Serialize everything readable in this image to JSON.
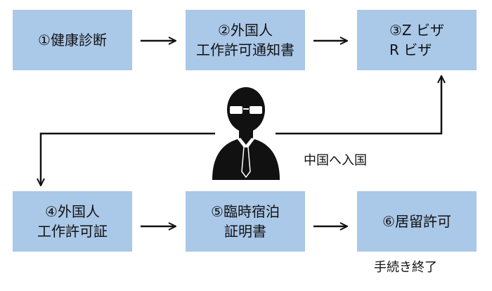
{
  "steps": [
    {
      "id": "b1",
      "label": "①健康診断"
    },
    {
      "id": "b2",
      "label": "②外国人\n工作許可通知書"
    },
    {
      "id": "b3",
      "label": "③Z ビザ\n R ビザ"
    },
    {
      "id": "b4",
      "label": "④外国人\n工作許可証"
    },
    {
      "id": "b5",
      "label": "⑤臨時宿泊\n証明書"
    },
    {
      "id": "b6",
      "label": "⑥居留許可"
    }
  ],
  "labels": {
    "entry": "中国へ入国",
    "done": "手続き終了"
  },
  "colors": {
    "box_fill": "#aac8e8",
    "arrow": "#111111",
    "person": "#111111"
  },
  "icons": {
    "person": "businessman-with-glasses-icon"
  }
}
